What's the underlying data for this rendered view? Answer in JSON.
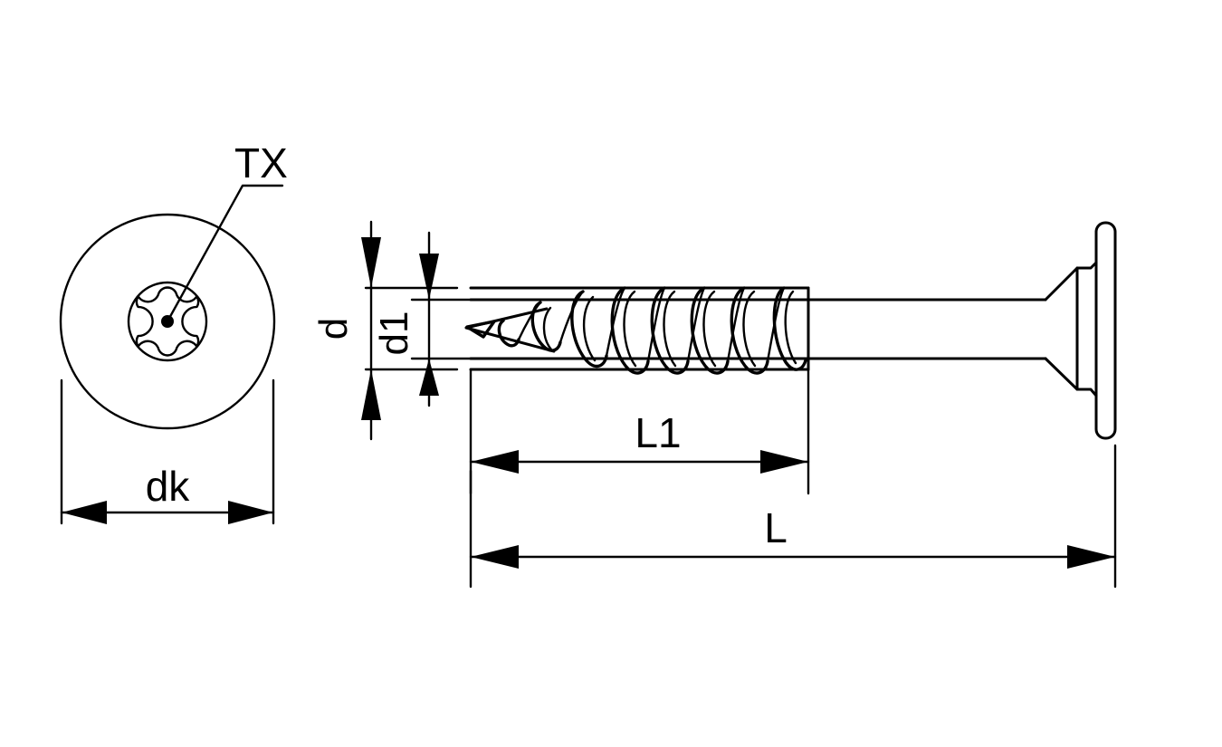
{
  "drawing": {
    "title": "Screw technical dimension drawing",
    "subject": "flange-head-torx-wood-screw",
    "line_color": "#000000",
    "background_color": "#ffffff",
    "views": {
      "head_on": {
        "name": "head-on-view",
        "drive_type_label": "TX",
        "head_diameter_label": "dk"
      },
      "side": {
        "name": "side-view",
        "outer_thread_diameter_label": "d",
        "core_diameter_label": "d1",
        "thread_length_label": "L1",
        "overall_length_label": "L"
      }
    },
    "labels": {
      "tx": "TX",
      "dk": "dk",
      "d": "d",
      "d1": "d1",
      "l1": "L1",
      "l": "L"
    },
    "icons": {
      "torx_star": "torx-star-icon",
      "arrow_head": "dimension-arrow-icon",
      "leader_line": "leader-line-icon"
    }
  }
}
